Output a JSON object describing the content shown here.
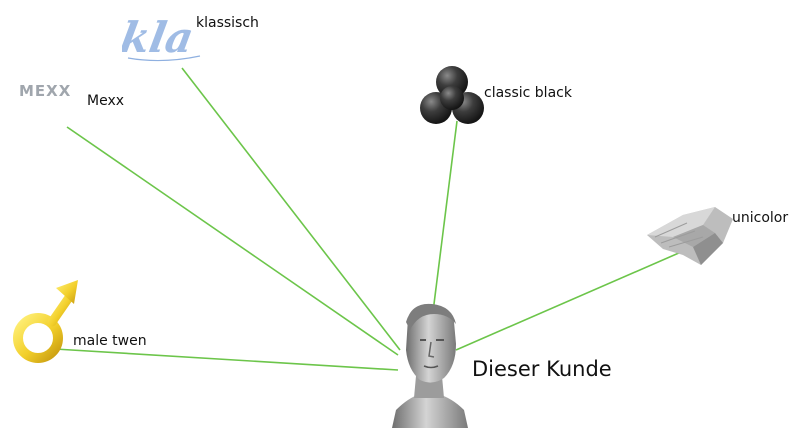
{
  "colors": {
    "link": "#6cc54a",
    "text": "#111111",
    "bust": "#9a9a9a",
    "balls": "#3d3d3d",
    "gender_symbol": "#f2cf2a",
    "kla_logo": "#8fb0e0",
    "mexx_logo": "#a0a6ad"
  },
  "center": {
    "label": "Dieser Kunde",
    "icon": "head-bust-icon"
  },
  "nodes": [
    {
      "id": "klassisch",
      "label": "klassisch",
      "icon": "kla-logo-icon",
      "logo_text": "kla"
    },
    {
      "id": "mexx",
      "label": "Mexx",
      "icon": "mexx-logo-icon",
      "logo_text": "MEXX"
    },
    {
      "id": "classic-black",
      "label": "classic black",
      "icon": "black-balls-icon"
    },
    {
      "id": "unicolor",
      "label": "unicolor",
      "icon": "folded-fabric-icon"
    },
    {
      "id": "male-twen",
      "label": "male twen",
      "icon": "male-symbol-icon"
    }
  ]
}
